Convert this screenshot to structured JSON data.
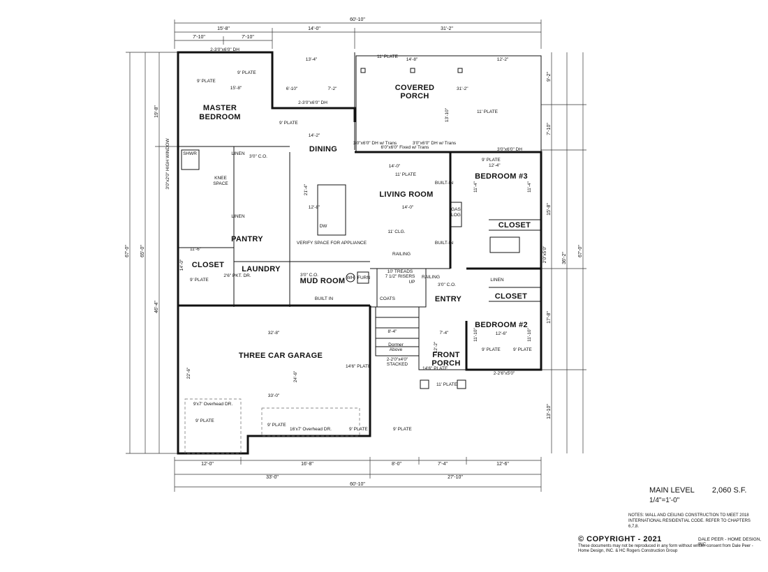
{
  "rooms": {
    "master_bedroom_l1": "MASTER",
    "master_bedroom_l2": "BEDROOM",
    "covered_porch_l1": "COVERED",
    "covered_porch_l2": "PORCH",
    "dining": "DINING",
    "living_room": "LIVING ROOM",
    "bedroom3": "BEDROOM #3",
    "bedroom2": "BEDROOM #2",
    "pantry": "PANTRY",
    "laundry": "LAUNDRY",
    "mud_room": "MUD ROOM",
    "closet_left": "CLOSET",
    "closet_b3": "CLOSET",
    "closet_b2": "CLOSET",
    "entry": "ENTRY",
    "front_porch_l1": "FRONT",
    "front_porch_l2": "PORCH",
    "garage": "THREE CAR GARAGE"
  },
  "notes": {
    "plate_9": "9' PLATE",
    "plate_11": "11' PLATE",
    "plate_14_6": "14'6\" PLATE",
    "window_dh_top": "2-3'0\"x6'0\" DH",
    "window_dh_dining": "2-3'0\"x6'0\" DH",
    "window_dh_b3": "3'0\"x6'0\" DH",
    "window_b2": "2-2'6\"x5'0\"",
    "shwr": "SHWR",
    "linen1": "LINEN",
    "linen2": "LINEN",
    "linen3": "LINEN",
    "knee_l1": "KNEE",
    "knee_l2": "SPACE",
    "co_pantry": "3'0\" C.O.",
    "co_laundry": "3'0\" C.O.",
    "co_entry": "3'0\" C.O.",
    "built_in_1": "BUILT-IN",
    "built_in_2": "BUILT-IN",
    "built_in_mud": "BUILT IN",
    "gas_log_l1": "GAS",
    "gas_log_l2": "LOG",
    "clg": "11' CLG.",
    "railing1": "RAILING",
    "railing2": "RAILING",
    "verify_space": "VERIFY SPACE FOR APPLIANCE",
    "dw": "DW",
    "wh": "WH",
    "furn": "FURN",
    "coats": "COATS",
    "up": "UP",
    "treads": "10' TREADS",
    "risers": "7 1/2\" RISERS",
    "pkt_dr": "2'6\" PKT. DR.",
    "dormer_l1": "Dormer",
    "dormer_l2": "Above",
    "stacked_l1": "2-2'0\"x4'0\"",
    "stacked_l2": "STACKED",
    "overhead_9": "9'x7' Overhead DR.",
    "overhead_16": "16'x7' Overhead DR.",
    "transom_1": "3'0\"x6'0\" DH w/ Trans",
    "transom_2": "6'0\"x6'0\" Fixed w/ Trans",
    "transom_3": "3'0\"x6'0\" DH w/ Trans",
    "high_window": "3'0\"x2'0\" HIGH WINDOW",
    "side_window": "2'0\"x5'0\""
  },
  "dims": {
    "top_overall": "60'-10\"",
    "top_a": "15'-8\"",
    "top_b": "14'-0\"",
    "top_c": "31'-2\"",
    "top_d1": "7'-10\"",
    "top_d2": "7'-10\"",
    "master_w": "15'-8\"",
    "din_a": "13'-4\"",
    "din_b": "6'-10\"",
    "din_c": "7'-2\"",
    "porch_a": "14'-8\"",
    "porch_b": "12'-2\"",
    "porch_c": "31'-2\"",
    "porch_d": "13'-10\"",
    "dining_w": "14'-2\"",
    "living_w": "14'-0\"",
    "living_w2": "14'-0\"",
    "b3_w": "12'-4\"",
    "b3_h": "11'-4\"",
    "b3_h2": "11'-4\"",
    "b2_w": "12'-6\"",
    "b2_h": "11'-10\"",
    "b2_h2": "11'-10\"",
    "garage_w": "32'-8\"",
    "garage_w2": "33'-0\"",
    "garage_h": "22'-6\"",
    "garage_h2": "24'-6\"",
    "bot_a": "12'-0\"",
    "bot_b": "16'-8\"",
    "bot_c": "8'-0\"",
    "bot_d": "7'-4\"",
    "bot_e": "12'-6\"",
    "bot_f": "33'-0\"",
    "bot_g": "27'-10\"",
    "bot_overall": "60'-10\"",
    "left_a": "19'-8\"",
    "left_b": "46'-4\"",
    "left_c": "67'-0\"",
    "left_d": "65'-0\"",
    "right_a": "9'-2\"",
    "right_b": "7'-10\"",
    "right_c": "36'-2\"",
    "right_d": "15'-8\"",
    "right_e": "17'-8\"",
    "right_f": "67'-0\"",
    "right_g": "13'-10\"",
    "closet_w": "11'-6\"",
    "closet_h": "14'-0\"",
    "island_w": "12'-8\"",
    "kit_h": "21'-4\"",
    "stair_h": "8'-4\"",
    "fp_w": "7'-4\"",
    "fp_h": "12'-2\""
  },
  "title_block": {
    "level": "MAIN LEVEL",
    "sf": "2,060 S.F.",
    "scale": "1/4\"=1'-0\"",
    "notes": "NOTES: WALL AND CEILING CONSTRUCTION TO MEET 2018 INTERNATIONAL RESIDENTIAL CODE. REFER TO CHAPTERS 6,7,8.",
    "copyright": "© COPYRIGHT - 2021",
    "firm": "DALE PEER - HOME DESIGN, INC.",
    "repro": "These documents may not be reproduced in any form without written consent from Dale Peer - Home Design, INC. & HC Rogers Construction Group"
  }
}
